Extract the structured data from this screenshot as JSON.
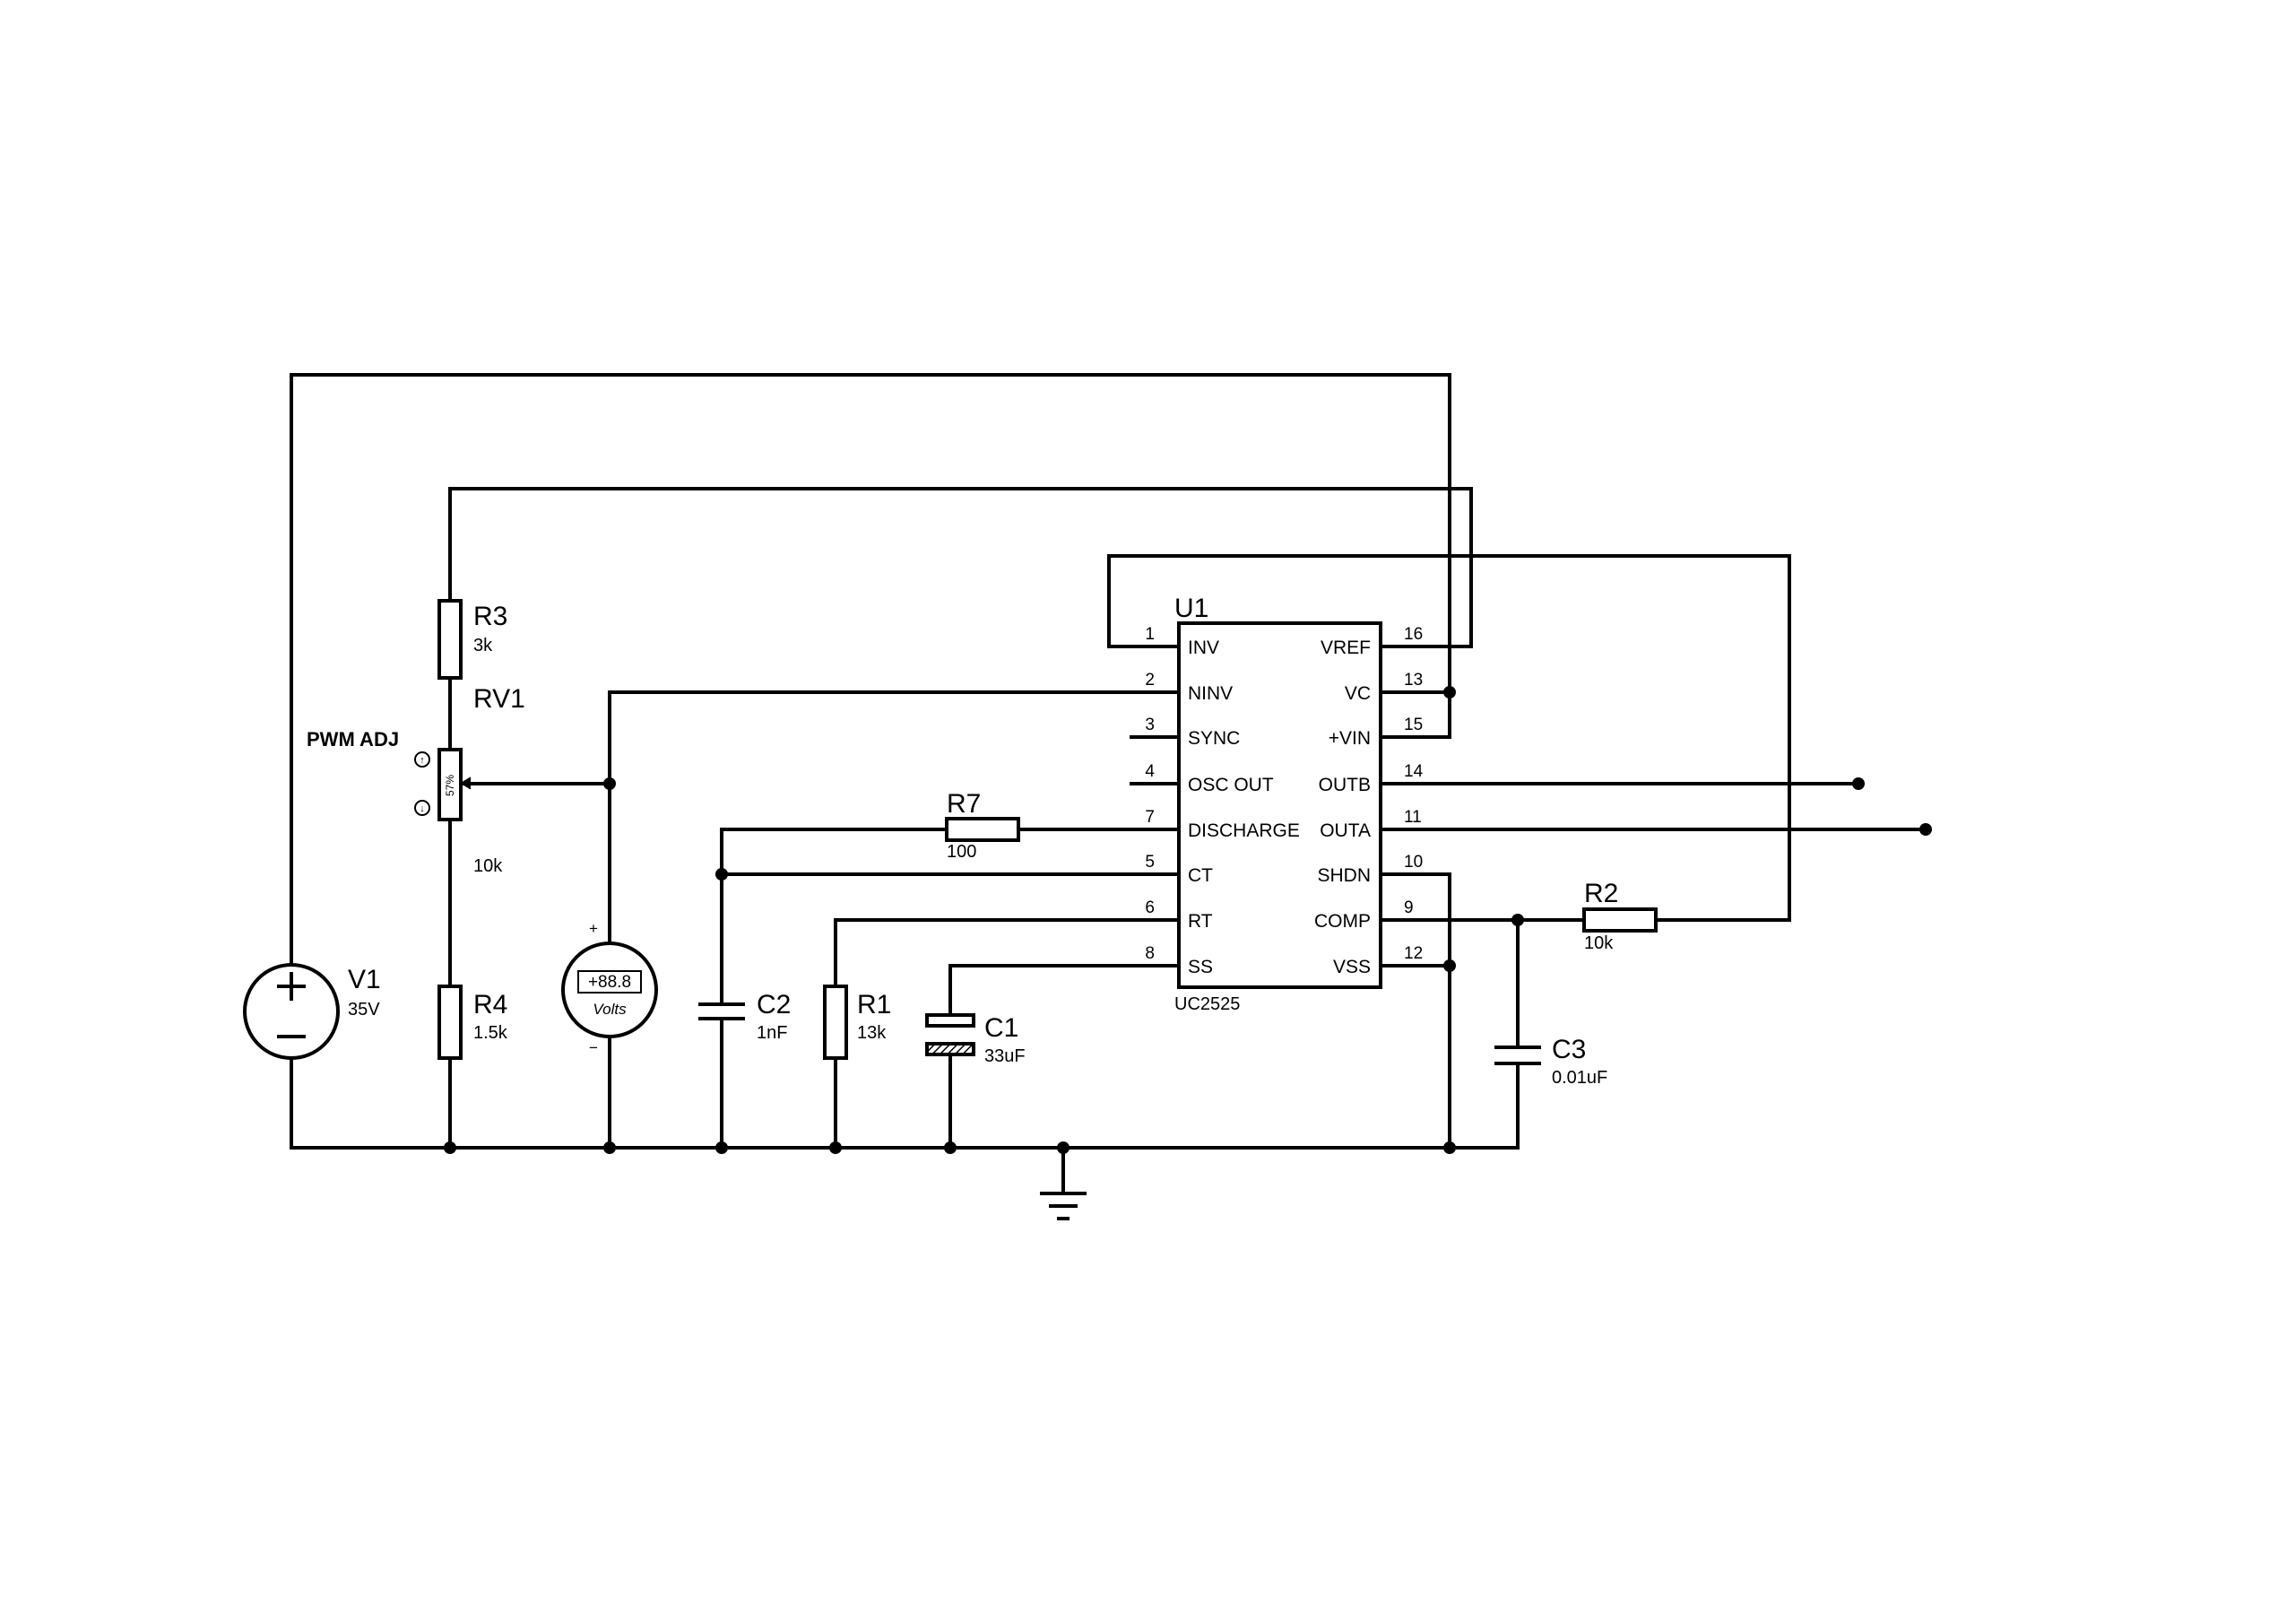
{
  "components": {
    "u1": {
      "ref": "U1",
      "part": "UC2525"
    },
    "v1": {
      "ref": "V1",
      "value": "35V"
    },
    "r3": {
      "ref": "R3",
      "value": "3k"
    },
    "rv1": {
      "ref": "RV1",
      "value": "10k",
      "label": "PWM ADJ",
      "wiper": "57%"
    },
    "r4": {
      "ref": "R4",
      "value": "1.5k"
    },
    "voltmeter": {
      "reading": "+88.8",
      "unit": "Volts",
      "plus": "+",
      "minus": "−"
    },
    "c2": {
      "ref": "C2",
      "value": "1nF"
    },
    "r1": {
      "ref": "R1",
      "value": "13k"
    },
    "c1": {
      "ref": "C1",
      "value": "33uF"
    },
    "r7": {
      "ref": "R7",
      "value": "100"
    },
    "r2": {
      "ref": "R2",
      "value": "10k"
    },
    "c3": {
      "ref": "C3",
      "value": "0.01uF"
    }
  },
  "u1_pins_left": [
    {
      "num": "1",
      "name": "INV"
    },
    {
      "num": "2",
      "name": "NINV"
    },
    {
      "num": "3",
      "name": "SYNC"
    },
    {
      "num": "4",
      "name": "OSC OUT"
    },
    {
      "num": "7",
      "name": "DISCHARGE"
    },
    {
      "num": "5",
      "name": "CT"
    },
    {
      "num": "6",
      "name": "RT"
    },
    {
      "num": "8",
      "name": "SS"
    }
  ],
  "u1_pins_right": [
    {
      "num": "16",
      "name": "VREF"
    },
    {
      "num": "13",
      "name": "VC"
    },
    {
      "num": "15",
      "name": "+VIN"
    },
    {
      "num": "14",
      "name": "OUTB"
    },
    {
      "num": "11",
      "name": "OUTA"
    },
    {
      "num": "10",
      "name": "SHDN"
    },
    {
      "num": "9",
      "name": "COMP"
    },
    {
      "num": "12",
      "name": "VSS"
    }
  ]
}
